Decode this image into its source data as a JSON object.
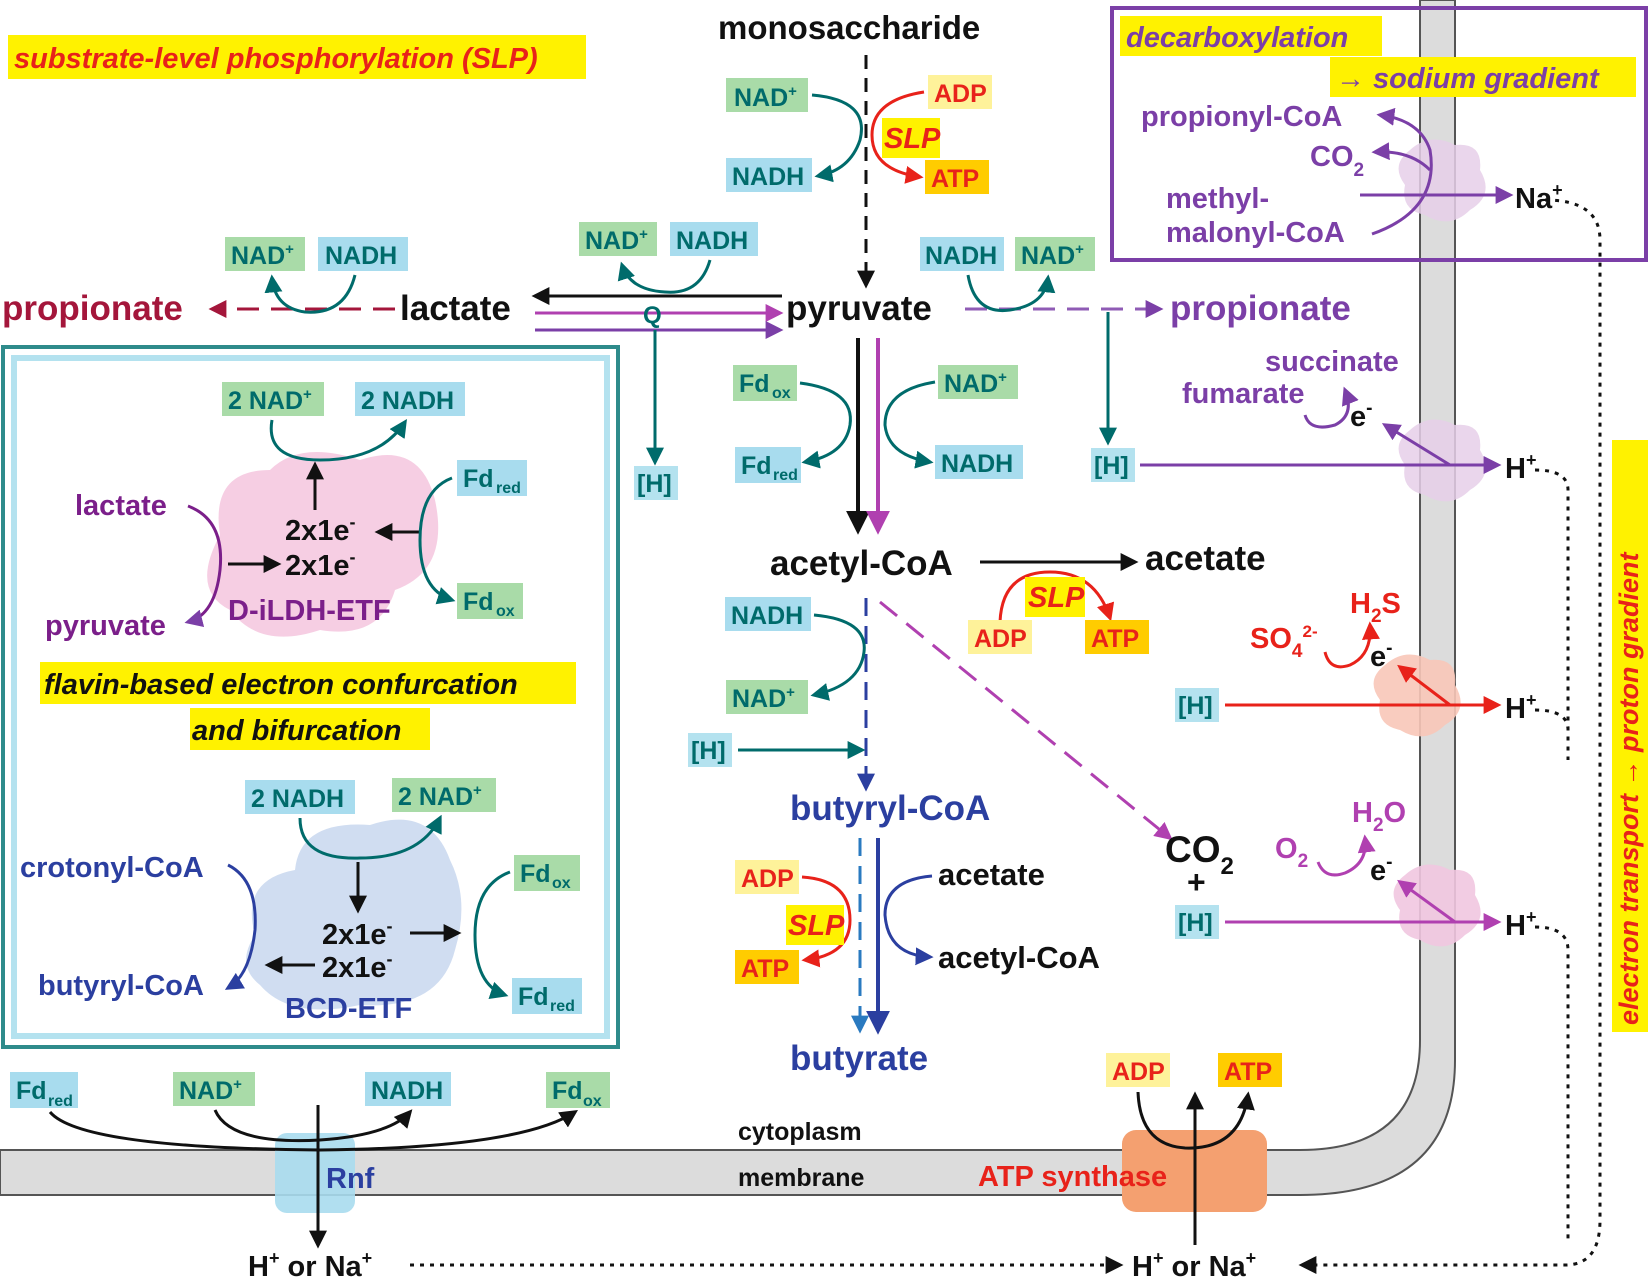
{
  "title_slp": "substrate-level phosphorylation (SLP)",
  "decarb": {
    "line1": "decarboxylation",
    "line2": "→ sodium gradient",
    "propionyl": "propionyl-CoA",
    "co2": "CO",
    "co2_sub": "2",
    "methyl1": "methyl-",
    "methyl2": "malonyl-CoA",
    "na": "Na",
    "na_sup": "+"
  },
  "main": {
    "monosaccharide": "monosaccharide",
    "pyruvate": "pyruvate",
    "lactate": "lactate",
    "propionate_left": "propionate",
    "propionate_right": "propionate",
    "acetyl_coa": "acetyl-CoA",
    "acetate": "acetate",
    "butyryl_coa": "butyryl-CoA",
    "butyrate": "butyrate",
    "acetate2": "acetate",
    "acetyl_coa2": "acetyl-CoA",
    "q": "Q",
    "slp": "SLP",
    "co2": "CO",
    "co2_sub": "2",
    "plus": "+",
    "succinate": "succinate",
    "fumarate": "fumarate",
    "h2s": "H",
    "h2s_sub": "2",
    "h2s_end": "S",
    "so4": "SO",
    "so4_sub": "4",
    "so4_sup": "2-",
    "h2o": "H",
    "h2o_sub": "2",
    "h2o_end": "O",
    "o2": "O",
    "o2_sub": "2",
    "e": "e",
    "e_sup": "-",
    "hplus": "H",
    "hplus_sup": "+"
  },
  "cofactors": {
    "nad": "NAD",
    "nad_sup": "+",
    "nadh": "NADH",
    "adp": "ADP",
    "atp": "ATP",
    "h": "[H]",
    "fd": "Fd",
    "ox": "ox",
    "red": "red",
    "two_nad": "2 NAD",
    "two_nadh": "2 NADH"
  },
  "bifurcation": {
    "lactate": "lactate",
    "pyruvate": "pyruvate",
    "electrons": "2x1e",
    "e_sup": "-",
    "enzyme1": "D-iLDH-ETF",
    "title1": "flavin-based electron confurcation",
    "title2": "and bifurcation",
    "crotonyl": "crotonyl-CoA",
    "butyryl": "butyryl-CoA",
    "enzyme2": "BCD-ETF"
  },
  "membrane": {
    "cytoplasm": "cytoplasm",
    "membrane": "membrane",
    "rnf": "Rnf",
    "atp_synthase": "ATP synthase",
    "h_or_na": "H",
    "h_or_na_mid": " or Na",
    "sup": "+",
    "vertical": "electron transport → proton gradient"
  },
  "colors": {
    "teal": "#006b6b",
    "purple": "#7b3fa7",
    "magenta": "#b040b0",
    "navy": "#2b3fa0",
    "red": "#e8221a",
    "maroon": "#a4163b",
    "grey": "#dcdcdc"
  }
}
